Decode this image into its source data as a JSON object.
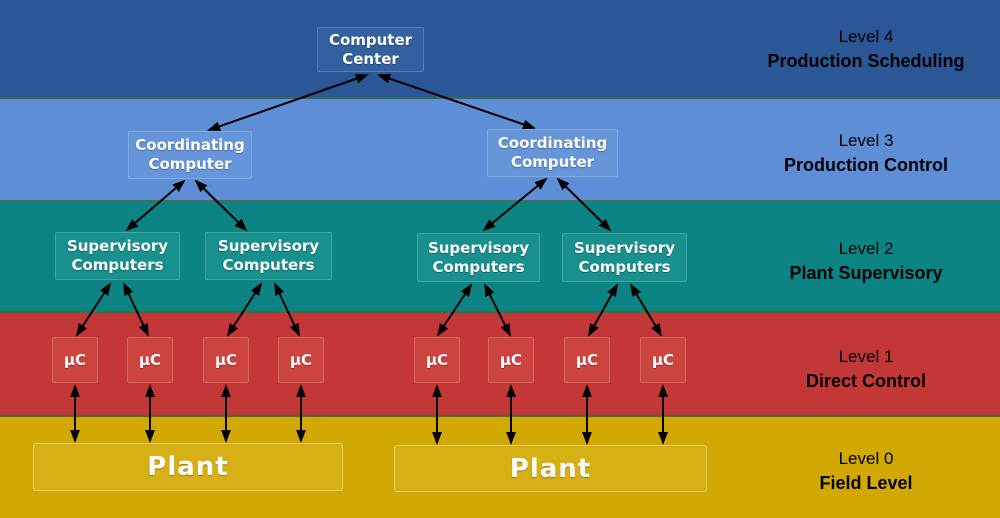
{
  "palette": {
    "level4": "#2b5797",
    "level3": "#5e8ed6",
    "level2": "#0d8484",
    "level1": "#c33837",
    "level0": "#d2a902",
    "box_level4": "#33619f",
    "box_level3": "#6695da",
    "box_level2": "#18908e",
    "box_level1": "#cc4440",
    "box_level0": "#d7b015",
    "arrow": "#000000",
    "box_text": "#ffffff",
    "label_text": "#000000"
  },
  "levels": [
    {
      "id": "level-4",
      "line1": "Level 4",
      "line2": "Production Scheduling"
    },
    {
      "id": "level-3",
      "line1": "Level 3",
      "line2": "Production Control"
    },
    {
      "id": "level-2",
      "line1": "Level 2",
      "line2": "Plant Supervisory"
    },
    {
      "id": "level-1",
      "line1": "Level 1",
      "line2": "Direct Control"
    },
    {
      "id": "level-0",
      "line1": "Level 0",
      "line2": "Field Level"
    }
  ],
  "nodes": {
    "computer_center": {
      "line1": "Computer",
      "line2": "Center"
    },
    "coordinating_computer": {
      "line1": "Coordinating",
      "line2": "Computer"
    },
    "supervisory_computers": {
      "line1": "Supervisory",
      "line2": "Computers"
    },
    "microcontroller": {
      "label": "µC"
    },
    "plant": {
      "label": "Plant"
    }
  }
}
